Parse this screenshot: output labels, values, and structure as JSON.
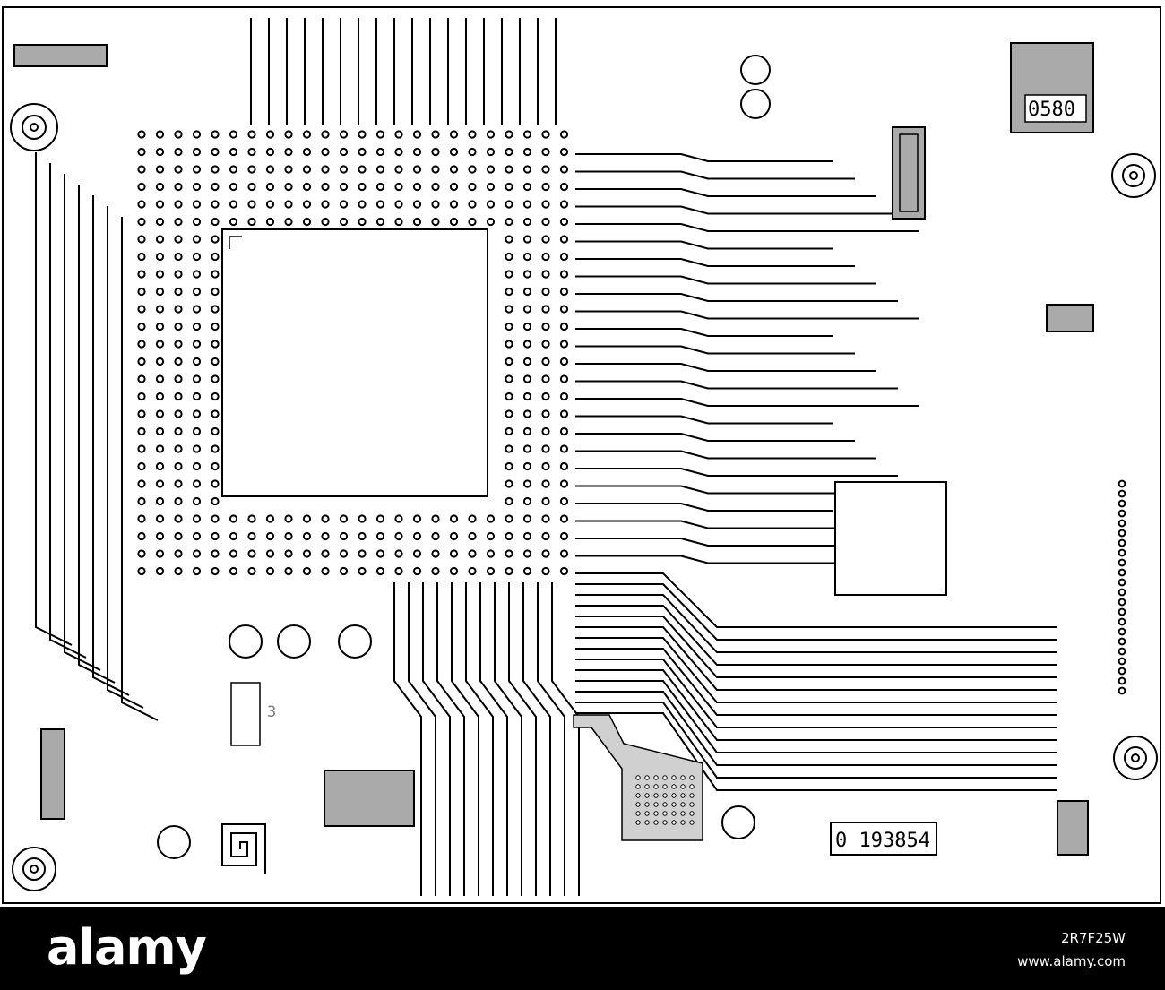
{
  "board": {
    "colors": {
      "trace": "#000000",
      "chip_fill": "#aaaaaa",
      "background": "#ffffff"
    },
    "labels": {
      "chip_code": "0580",
      "display_counter": "0 193854",
      "component_marker": "3"
    }
  },
  "footer": {
    "brand": "alamy",
    "stock_id": "2R7F25W",
    "url": "www.alamy.com",
    "colors": {
      "background": "#000000",
      "text": "#ffffff"
    }
  }
}
